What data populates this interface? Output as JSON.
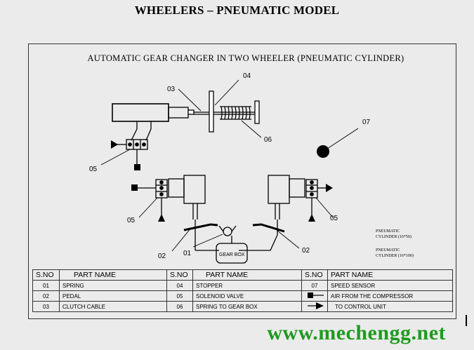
{
  "title": "WHEELERS – PNEUMATIC MODEL",
  "diagram": {
    "title": "AUTOMATIC GEAR CHANGER IN TWO  WHEELER (PNEUMATIC CYLINDER)",
    "callouts": [
      "01",
      "02",
      "02",
      "03",
      "04",
      "05",
      "05",
      "05",
      "06",
      "07"
    ],
    "gear_box_label": "GEAR BOX",
    "notes": [
      "PNEUMATIC",
      "CYLINDER (16*50)",
      "PNEUMATIC",
      "CYLINDER (16*100)"
    ]
  },
  "table": {
    "headers": [
      "S.NO",
      "PART NAME",
      "S.NO",
      "PART NAME",
      "S.NO",
      "PART NAME"
    ],
    "rows": [
      [
        "01",
        "SPRING",
        "04",
        "STOPPER",
        "07",
        "SPEED SENSOR"
      ],
      [
        "02",
        "PEDAL",
        "05",
        "SOLENOID VALVE",
        "",
        "AIR FROM THE COMPRESSOR"
      ],
      [
        "03",
        "CLUTCH CABLE",
        "06",
        "SPRING TO GEAR BOX",
        "",
        "TO CONTROL UNIT"
      ]
    ],
    "symbol_icons": [
      "square-arrow-icon",
      "triangle-arrow-icon"
    ]
  },
  "website": "www.mechengg.net"
}
